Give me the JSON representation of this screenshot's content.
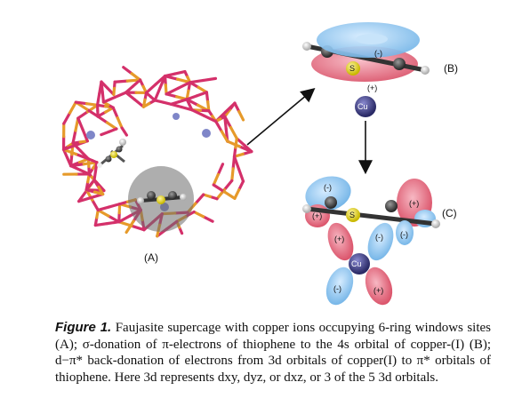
{
  "figure": {
    "panel_labels": {
      "A": "(A)",
      "B": "(B)",
      "C": "(C)"
    },
    "atoms": {
      "sulfur": "S",
      "copper": "Cu"
    },
    "signs": {
      "neg": "(-)",
      "pos": "(+)"
    }
  },
  "caption": {
    "label": "Figure 1.",
    "text": "Faujasite supercage with copper ions occupying 6-ring windows sites (A); σ-donation of π-electrons of thiophene to the 4s orbital of copper-(I) (B); d−π* back-donation of electrons from 3d orbitals of copper(I) to π* orbitals of thiophene. Here 3d represents dxy, dyz, or dxz, or 3 of the 5 3d orbitals."
  },
  "colors": {
    "framework_si": "#d4306a",
    "framework_o": "#e69a2a",
    "orbital_blue": "#9fcdf0",
    "orbital_red": "#e86b80",
    "copper": "#3a3a7a",
    "sulfur": "#e6d82a",
    "carbon": "#3a3a3a",
    "hydrogen": "#d9d9d9"
  }
}
